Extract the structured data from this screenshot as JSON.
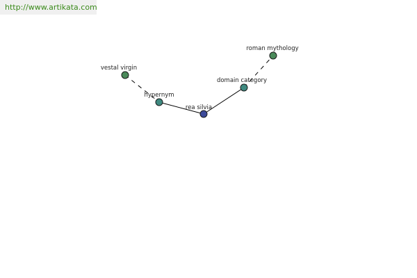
{
  "banner": {
    "url_text": "http://www.artikata.com"
  },
  "colors": {
    "background": "#ffffff",
    "banner_background": "#f0f0f0",
    "banner_text": "#3a8a1a",
    "node_green": "#4a8a5a",
    "node_teal": "#3f8a80",
    "node_blue": "#3c4a9a",
    "edge": "#000000"
  },
  "graph": {
    "nodes": [
      {
        "id": "vestal_virgin",
        "label": "vestal virgin",
        "color": "node_green"
      },
      {
        "id": "hypernym",
        "label": "hypernym",
        "color": "node_teal"
      },
      {
        "id": "rea_silvia",
        "label": "rea silvia",
        "color": "node_blue"
      },
      {
        "id": "domain_category",
        "label": "domain category",
        "color": "node_teal"
      },
      {
        "id": "roman_mythology",
        "label": "roman mythology",
        "color": "node_green"
      }
    ],
    "edges": [
      {
        "from": "vestal_virgin",
        "to": "hypernym",
        "style": "dashed"
      },
      {
        "from": "hypernym",
        "to": "rea_silvia",
        "style": "solid"
      },
      {
        "from": "rea_silvia",
        "to": "domain_category",
        "style": "solid"
      },
      {
        "from": "domain_category",
        "to": "roman_mythology",
        "style": "dashed"
      }
    ]
  }
}
